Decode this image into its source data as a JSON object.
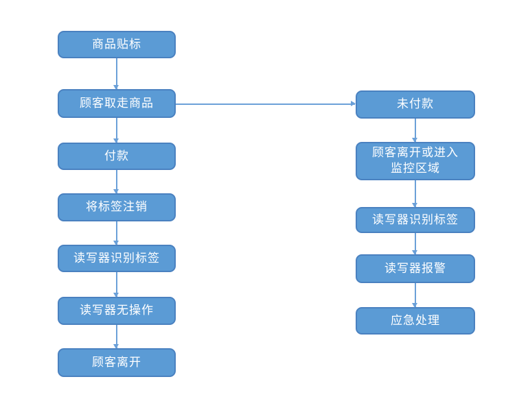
{
  "colors": {
    "box_fill": "#5b9bd5",
    "box_border": "#4a81c0",
    "arrow": "#6ba0d8",
    "text": "#ffffff",
    "canvas_bg": "#ffffff"
  },
  "flowchart": {
    "left_column": [
      {
        "label": "商品贴标"
      },
      {
        "label": "顾客取走商品"
      },
      {
        "label": "付款"
      },
      {
        "label": "将标签注销"
      },
      {
        "label": "读写器识别标签"
      },
      {
        "label": "读写器无操作"
      },
      {
        "label": "顾客离开"
      }
    ],
    "right_column": [
      {
        "label": "未付款"
      },
      {
        "label": "顾客离开或进入\n监控区域"
      },
      {
        "label": "读写器识别标签"
      },
      {
        "label": "读写器报警"
      },
      {
        "label": "应急处理"
      }
    ],
    "edges": [
      {
        "from": "商品贴标",
        "to": "顾客取走商品"
      },
      {
        "from": "顾客取走商品",
        "to": "付款"
      },
      {
        "from": "付款",
        "to": "将标签注销"
      },
      {
        "from": "将标签注销",
        "to": "读写器识别标签"
      },
      {
        "from": "读写器识别标签",
        "to": "读写器无操作"
      },
      {
        "from": "读写器无操作",
        "to": "顾客离开"
      },
      {
        "from": "顾客取走商品",
        "to": "未付款"
      },
      {
        "from": "未付款",
        "to": "顾客离开或进入监控区域"
      },
      {
        "from": "顾客离开或进入监控区域",
        "to": "读写器识别标签"
      },
      {
        "from": "读写器识别标签",
        "to": "读写器报警"
      },
      {
        "from": "读写器报警",
        "to": "应急处理"
      }
    ]
  }
}
